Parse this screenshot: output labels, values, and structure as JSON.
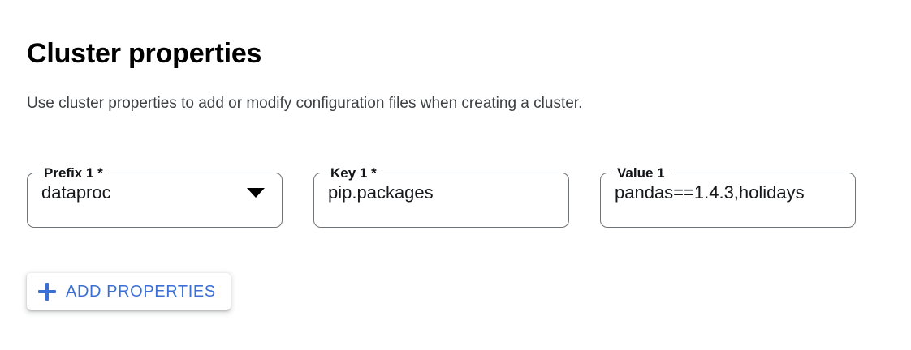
{
  "section": {
    "title": "Cluster properties",
    "description": "Use cluster properties to add or modify configuration files when creating a cluster."
  },
  "fields": [
    {
      "name": "prefix-1",
      "label": "Prefix 1 *",
      "value": "dataproc",
      "control": "select",
      "icon": "dropdown-caret-icon",
      "required": true
    },
    {
      "name": "key-1",
      "label": "Key 1 *",
      "value": "pip.packages",
      "control": "text",
      "required": true
    },
    {
      "name": "value-1",
      "label": "Value 1",
      "value": "pandas==1.4.3,holidays",
      "control": "text",
      "required": false
    }
  ],
  "actions": {
    "add_properties": {
      "label": "ADD PROPERTIES",
      "icon": "plus-icon"
    }
  },
  "colors": {
    "accent_blue": "#3b6fd4",
    "field_border": "#6f7479",
    "title_text": "#000000",
    "body_text": "#3c4043",
    "background": "#ffffff"
  }
}
